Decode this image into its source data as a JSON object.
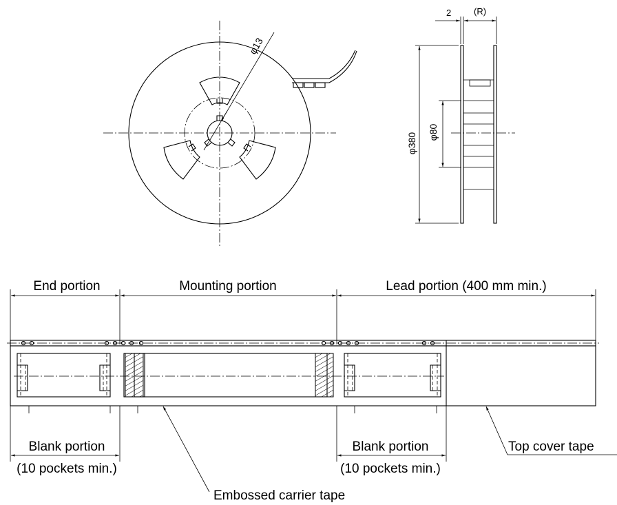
{
  "reel_front": {
    "hub_dim": "φ13"
  },
  "reel_side": {
    "flange_gap": "2",
    "tape_width": "(R)",
    "outer_diameter": "φ380",
    "hub_diameter": "φ80"
  },
  "tape": {
    "end_portion": "End portion",
    "mounting_portion": "Mounting portion",
    "lead_portion": "Lead portion (400 mm min.)",
    "blank_left": "Blank portion",
    "blank_left_note": "(10 pockets min.)",
    "blank_right": "Blank portion",
    "blank_right_note": "(10 pockets min.)",
    "top_cover": "Top cover tape",
    "carrier": "Embossed carrier tape"
  }
}
